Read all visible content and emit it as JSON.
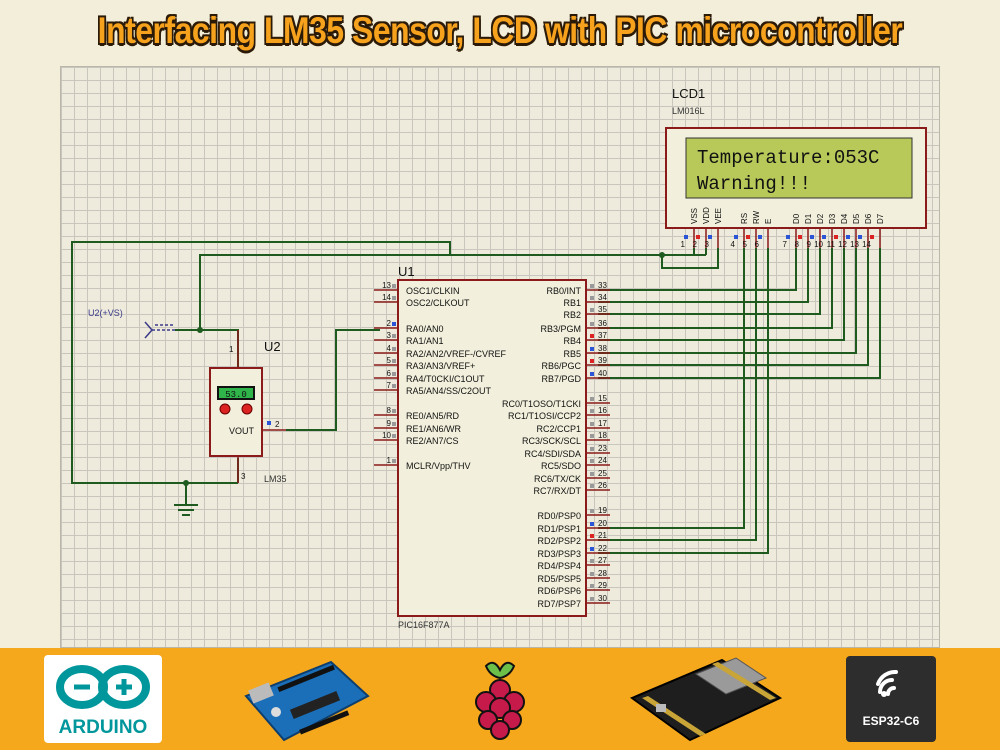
{
  "title": "Interfacing LM35 Sensor, LCD with PIC microcontroller",
  "lcd": {
    "ref": "LCD1",
    "model": "LM016L",
    "line1": "Temperature:053C",
    "line2": "Warning!!!",
    "pin_labels": [
      "VSS",
      "VDD",
      "VEE",
      "RS",
      "RW",
      "E",
      "D0",
      "D1",
      "D2",
      "D3",
      "D4",
      "D5",
      "D6",
      "D7"
    ],
    "pin_numbers": [
      "1",
      "2",
      "3",
      "4",
      "5",
      "6",
      "7",
      "8",
      "9",
      "10",
      "11",
      "12",
      "13",
      "14"
    ]
  },
  "mcu": {
    "ref": "U1",
    "model": "PIC16F877A",
    "left_pins": [
      {
        "num": "13",
        "name": "OSC1/CLKIN"
      },
      {
        "num": "14",
        "name": "OSC2/CLKOUT"
      },
      {
        "num": "2",
        "name": "RA0/AN0"
      },
      {
        "num": "3",
        "name": "RA1/AN1"
      },
      {
        "num": "4",
        "name": "RA2/AN2/VREF-/CVREF"
      },
      {
        "num": "5",
        "name": "RA3/AN3/VREF+"
      },
      {
        "num": "6",
        "name": "RA4/T0CKI/C1OUT"
      },
      {
        "num": "7",
        "name": "RA5/AN4/SS/C2OUT"
      },
      {
        "num": "8",
        "name": "RE0/AN5/RD"
      },
      {
        "num": "9",
        "name": "RE1/AN6/WR"
      },
      {
        "num": "10",
        "name": "RE2/AN7/CS"
      },
      {
        "num": "1",
        "name": "MCLR/Vpp/THV"
      }
    ],
    "right_pins": [
      {
        "num": "33",
        "name": "RB0/INT"
      },
      {
        "num": "34",
        "name": "RB1"
      },
      {
        "num": "35",
        "name": "RB2"
      },
      {
        "num": "36",
        "name": "RB3/PGM"
      },
      {
        "num": "37",
        "name": "RB4"
      },
      {
        "num": "38",
        "name": "RB5"
      },
      {
        "num": "39",
        "name": "RB6/PGC"
      },
      {
        "num": "40",
        "name": "RB7/PGD"
      },
      {
        "num": "15",
        "name": "RC0/T1OSO/T1CKI"
      },
      {
        "num": "16",
        "name": "RC1/T1OSI/CCP2"
      },
      {
        "num": "17",
        "name": "RC2/CCP1"
      },
      {
        "num": "18",
        "name": "RC3/SCK/SCL"
      },
      {
        "num": "23",
        "name": "RC4/SDI/SDA"
      },
      {
        "num": "24",
        "name": "RC5/SDO"
      },
      {
        "num": "25",
        "name": "RC6/TX/CK"
      },
      {
        "num": "26",
        "name": "RC7/RX/DT"
      },
      {
        "num": "19",
        "name": "RD0/PSP0"
      },
      {
        "num": "20",
        "name": "RD1/PSP1"
      },
      {
        "num": "21",
        "name": "RD2/PSP2"
      },
      {
        "num": "22",
        "name": "RD3/PSP3"
      },
      {
        "num": "27",
        "name": "RD4/PSP4"
      },
      {
        "num": "28",
        "name": "RD5/PSP5"
      },
      {
        "num": "29",
        "name": "RD6/PSP6"
      },
      {
        "num": "30",
        "name": "RD7/PSP7"
      }
    ]
  },
  "sensor": {
    "ref": "U2",
    "model": "LM35",
    "display_value": "53.0",
    "out_label": "VOUT",
    "pin_top": "1",
    "pin_out": "2",
    "pin_bottom": "3"
  },
  "supply_label": "U2(+VS)",
  "footer_logos": [
    {
      "name": "arduino-logo",
      "text": "ARDUINO"
    },
    {
      "name": "arduino-board-image",
      "text": ""
    },
    {
      "name": "raspberry-pi-logo",
      "text": ""
    },
    {
      "name": "esp32-board-image",
      "text": ""
    },
    {
      "name": "esp32-c6-chip",
      "text": "ESP32-C6"
    }
  ],
  "colors": {
    "wire": "#1f5a1f",
    "component_border": "#8b1a1a",
    "component_fill": "#f2f0dc",
    "lcd_screen": "#b8c95a",
    "title_fill": "#f7a21c",
    "footer": "#f5a81c",
    "arduino_teal": "#00979c"
  }
}
